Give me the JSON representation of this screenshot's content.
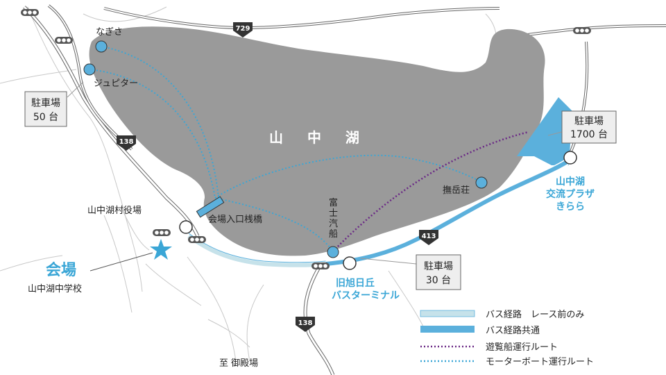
{
  "lake": {
    "name": "山 中 湖"
  },
  "venue": {
    "title": "会場",
    "school": "山中湖中学校"
  },
  "places": {
    "nagisa": "なぎさ",
    "jupiter": "ジュピター",
    "village_office": "山中湖村役場",
    "pier": "会場入口桟橋",
    "fuji_kisen": [
      "富",
      "士",
      "汽",
      "船"
    ],
    "bugakuso": "撫岳荘",
    "kyu_asahi": [
      "旧旭日丘",
      "バスターミナル"
    ],
    "kirara": [
      "山中湖",
      "交流プラザ",
      "きらら"
    ],
    "gotemba": "至 御殿場"
  },
  "parking": {
    "p50": [
      "駐車場",
      "50 台"
    ],
    "p30": [
      "駐車場",
      "30 台"
    ],
    "p1700": [
      "駐車場",
      "1700 台"
    ]
  },
  "routes": {
    "r729": "729",
    "r138_north": "138",
    "r138_south": "138",
    "r413": "413"
  },
  "legend": {
    "bus_before_race": "バス経路　レース前のみ",
    "bus_common": "バス経路共通",
    "sightseeing_boat": "遊覧船運行ルート",
    "motorboat": "モーターボート運行ルート"
  },
  "colors": {
    "lake": "#9a9a9a",
    "bus_light": "#c6e2ea",
    "bus_common": "#5bb0dc",
    "boat_route": "#6b2a86",
    "motorboat_route": "#3aa6d6",
    "road": "#666666",
    "accent_blue": "#3aa6d6"
  }
}
